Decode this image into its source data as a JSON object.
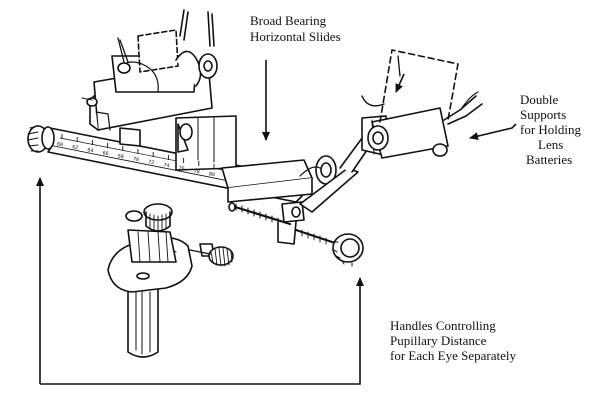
{
  "labels": {
    "slides": [
      "Broad Bearing",
      "Horizontal Slides"
    ],
    "supports": [
      "Double",
      "Supports",
      "for Holding",
      "Lens",
      "Batteries"
    ],
    "handles": [
      "Handles Controlling",
      "Pupillary Distance",
      "for Each Eye Separately"
    ]
  },
  "scale_marks": [
    "60",
    "62",
    "64",
    "66",
    "68",
    "70",
    "72",
    "74",
    "76",
    "78",
    "80"
  ],
  "colors": {
    "ink": "#111111",
    "paper": "#ffffff",
    "shade": "#444444"
  }
}
